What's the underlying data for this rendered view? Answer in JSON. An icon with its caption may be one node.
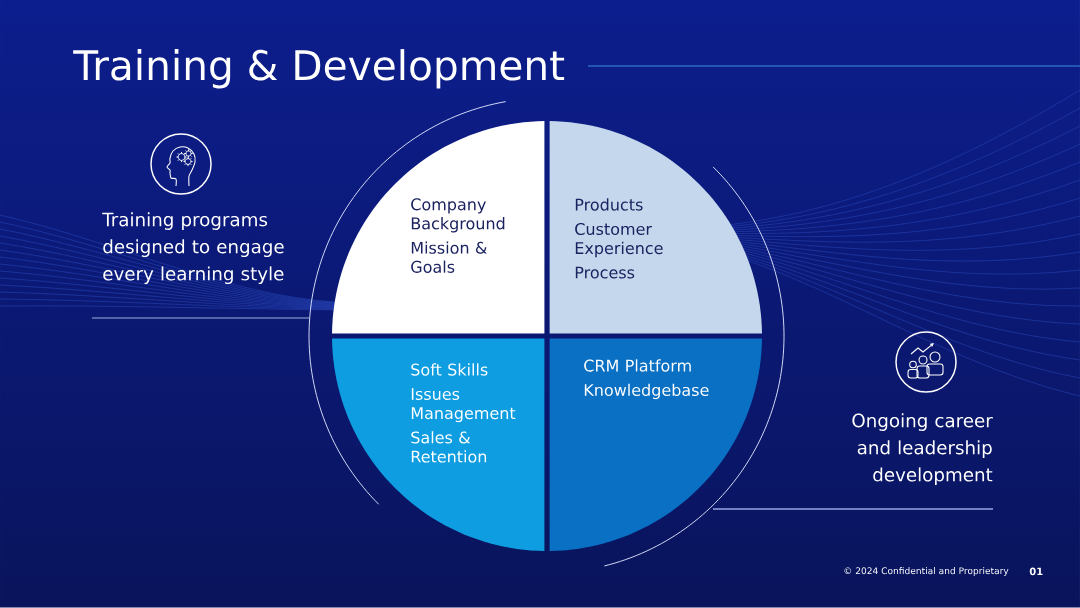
{
  "diagram": {
    "title": "Training & Development",
    "nodes": [
      {
        "text": [
          "Company Background",
          "Mission & Goals"
        ]
      },
      {
        "text": [
          "Products",
          "Customer Experience",
          "Process"
        ]
      },
      {
        "text": [
          "Soft Skills",
          "Issues Management",
          "Sales & Retention"
        ]
      },
      {
        "text": [
          "CRM Platform",
          "Knowledgebase"
        ]
      }
    ],
    "labels": [
      "Training programs designed to engage every learning style",
      "Ongoing career and leadership development",
      "© 2024 Confidential and Proprietary",
      "01"
    ]
  }
}
